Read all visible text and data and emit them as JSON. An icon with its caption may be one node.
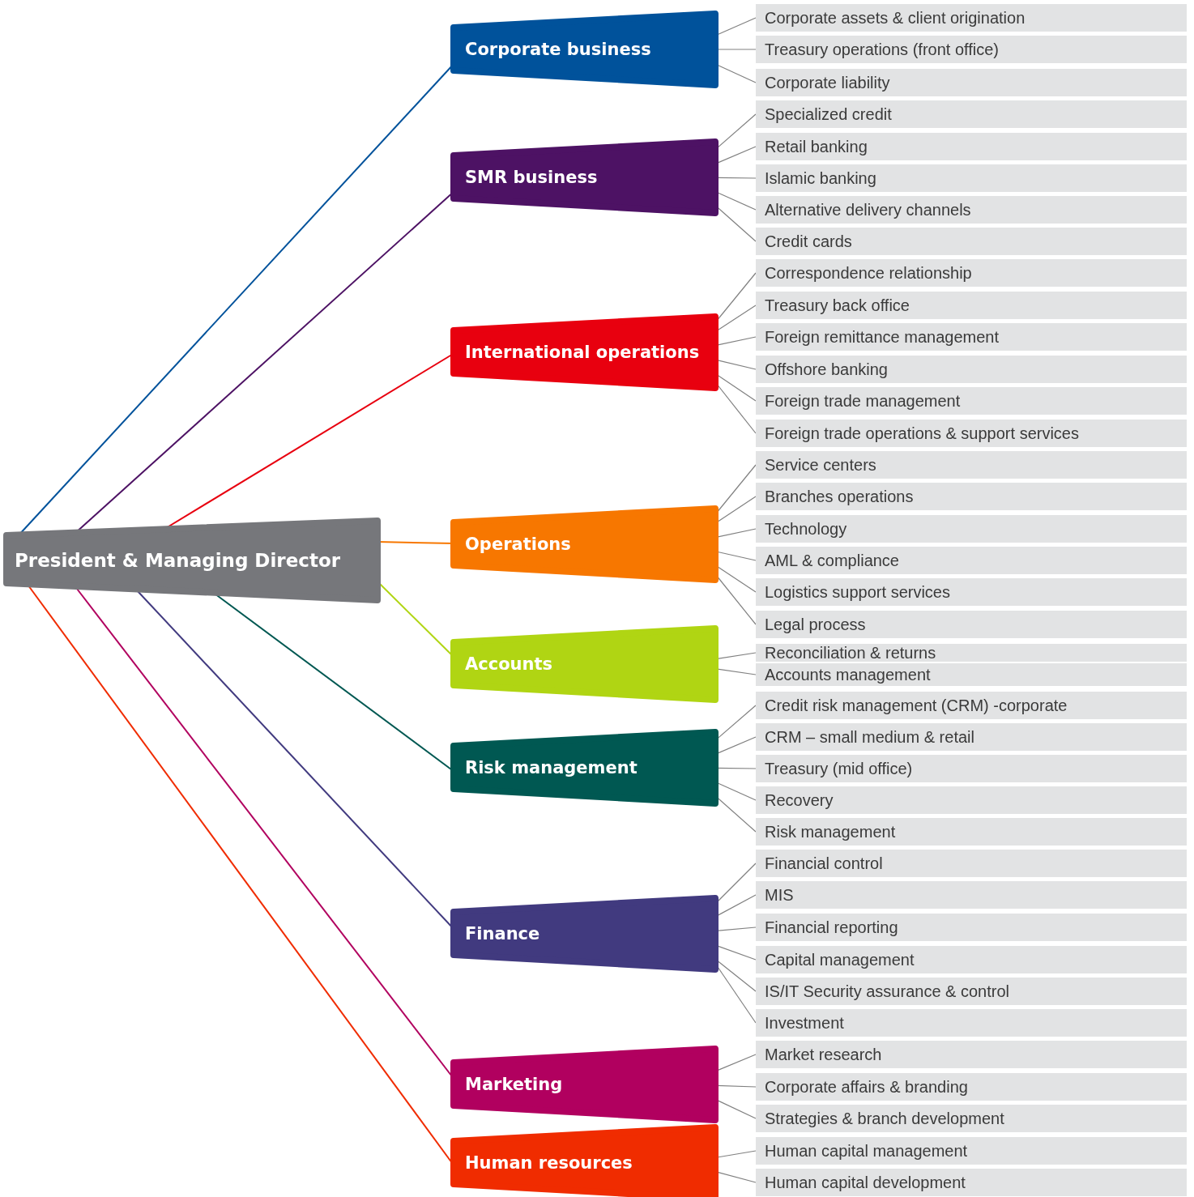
{
  "diagram": {
    "nodes": [
      {
        "text": [
          "President & Managing Director"
        ]
      },
      {
        "text": [
          "Corporate business"
        ]
      },
      {
        "text": [
          "Corporate assets & client origination"
        ]
      },
      {
        "text": [
          "Treasury operations (front office)"
        ]
      },
      {
        "text": [
          "Corporate liability"
        ]
      },
      {
        "text": [
          "SMR business"
        ]
      },
      {
        "text": [
          "Specialized credit"
        ]
      },
      {
        "text": [
          "Retail banking"
        ]
      },
      {
        "text": [
          "Islamic banking"
        ]
      },
      {
        "text": [
          "Alternative delivery channels"
        ]
      },
      {
        "text": [
          "Credit cards"
        ]
      },
      {
        "text": [
          "International operations"
        ]
      },
      {
        "text": [
          "Correspondence relationship"
        ]
      },
      {
        "text": [
          "Treasury back office"
        ]
      },
      {
        "text": [
          "Foreign remittance management"
        ]
      },
      {
        "text": [
          "Offshore banking"
        ]
      },
      {
        "text": [
          "Foreign trade management"
        ]
      },
      {
        "text": [
          "Foreign trade operations & support services"
        ]
      },
      {
        "text": [
          "Operations"
        ]
      },
      {
        "text": [
          "Service centers"
        ]
      },
      {
        "text": [
          "Branches operations"
        ]
      },
      {
        "text": [
          "Technology"
        ]
      },
      {
        "text": [
          "AML & compliance"
        ]
      },
      {
        "text": [
          "Logistics support services"
        ]
      },
      {
        "text": [
          "Legal process"
        ]
      },
      {
        "text": [
          "Accounts"
        ]
      },
      {
        "text": [
          "Reconciliation & returns"
        ]
      },
      {
        "text": [
          "Accounts management"
        ]
      },
      {
        "text": [
          "Risk management"
        ]
      },
      {
        "text": [
          "Credit risk management (CRM) -corporate"
        ]
      },
      {
        "text": [
          "CRM – small medium & retail"
        ]
      },
      {
        "text": [
          "Treasury (mid office)"
        ]
      },
      {
        "text": [
          "Recovery"
        ]
      },
      {
        "text": [
          "Risk management"
        ]
      },
      {
        "text": [
          "Finance"
        ]
      },
      {
        "text": [
          "Financial control"
        ]
      },
      {
        "text": [
          "MIS"
        ]
      },
      {
        "text": [
          "Financial reporting"
        ]
      },
      {
        "text": [
          "Capital management"
        ]
      },
      {
        "text": [
          "IS/IT Security assurance & control"
        ]
      },
      {
        "text": [
          "Investment"
        ]
      },
      {
        "text": [
          "Marketing"
        ]
      },
      {
        "text": [
          "Market research"
        ]
      },
      {
        "text": [
          "Corporate affairs & branding"
        ]
      },
      {
        "text": [
          "Strategies & branch development"
        ]
      },
      {
        "text": [
          "Human resources"
        ]
      },
      {
        "text": [
          "Human capital management"
        ]
      },
      {
        "text": [
          "Human capital development"
        ]
      }
    ],
    "edges": [
      {
        "from": 0,
        "to": 1,
        "arrow": "none",
        "color": "#00529b"
      },
      {
        "from": 0,
        "to": 5,
        "arrow": "none",
        "color": "#4d1264"
      },
      {
        "from": 0,
        "to": 11,
        "arrow": "none",
        "color": "#e8000f"
      },
      {
        "from": 0,
        "to": 18,
        "arrow": "none",
        "color": "#f77700"
      },
      {
        "from": 0,
        "to": 25,
        "arrow": "none",
        "color": "#b0d513"
      },
      {
        "from": 0,
        "to": 28,
        "arrow": "none",
        "color": "#005852"
      },
      {
        "from": 0,
        "to": 34,
        "arrow": "none",
        "color": "#413a7f"
      },
      {
        "from": 0,
        "to": 41,
        "arrow": "none",
        "color": "#b1005f"
      },
      {
        "from": 0,
        "to": 45,
        "arrow": "none",
        "color": "#f02c00"
      },
      {
        "from": 1,
        "to": 2,
        "arrow": "none"
      },
      {
        "from": 1,
        "to": 3,
        "arrow": "none"
      },
      {
        "from": 1,
        "to": 4,
        "arrow": "none"
      },
      {
        "from": 5,
        "to": 6,
        "arrow": "none"
      },
      {
        "from": 5,
        "to": 7,
        "arrow": "none"
      },
      {
        "from": 5,
        "to": 8,
        "arrow": "none"
      },
      {
        "from": 5,
        "to": 9,
        "arrow": "none"
      },
      {
        "from": 5,
        "to": 10,
        "arrow": "none"
      },
      {
        "from": 11,
        "to": 12,
        "arrow": "none"
      },
      {
        "from": 11,
        "to": 13,
        "arrow": "none"
      },
      {
        "from": 11,
        "to": 14,
        "arrow": "none"
      },
      {
        "from": 11,
        "to": 15,
        "arrow": "none"
      },
      {
        "from": 11,
        "to": 16,
        "arrow": "none"
      },
      {
        "from": 11,
        "to": 17,
        "arrow": "none"
      },
      {
        "from": 18,
        "to": 19,
        "arrow": "none"
      },
      {
        "from": 18,
        "to": 20,
        "arrow": "none"
      },
      {
        "from": 18,
        "to": 21,
        "arrow": "none"
      },
      {
        "from": 18,
        "to": 22,
        "arrow": "none"
      },
      {
        "from": 18,
        "to": 23,
        "arrow": "none"
      },
      {
        "from": 18,
        "to": 24,
        "arrow": "none"
      },
      {
        "from": 25,
        "to": 26,
        "arrow": "none"
      },
      {
        "from": 25,
        "to": 27,
        "arrow": "none"
      },
      {
        "from": 28,
        "to": 29,
        "arrow": "none"
      },
      {
        "from": 28,
        "to": 30,
        "arrow": "none"
      },
      {
        "from": 28,
        "to": 31,
        "arrow": "none"
      },
      {
        "from": 28,
        "to": 32,
        "arrow": "none"
      },
      {
        "from": 28,
        "to": 33,
        "arrow": "none"
      },
      {
        "from": 34,
        "to": 35,
        "arrow": "none"
      },
      {
        "from": 34,
        "to": 36,
        "arrow": "none"
      },
      {
        "from": 34,
        "to": 37,
        "arrow": "none"
      },
      {
        "from": 34,
        "to": 38,
        "arrow": "none"
      },
      {
        "from": 34,
        "to": 39,
        "arrow": "none"
      },
      {
        "from": 34,
        "to": 40,
        "arrow": "none"
      },
      {
        "from": 41,
        "to": 42,
        "arrow": "none"
      },
      {
        "from": 41,
        "to": 43,
        "arrow": "none"
      },
      {
        "from": 41,
        "to": 44,
        "arrow": "none"
      },
      {
        "from": 45,
        "to": 46,
        "arrow": "none"
      },
      {
        "from": 45,
        "to": 47,
        "arrow": "none"
      }
    ]
  }
}
